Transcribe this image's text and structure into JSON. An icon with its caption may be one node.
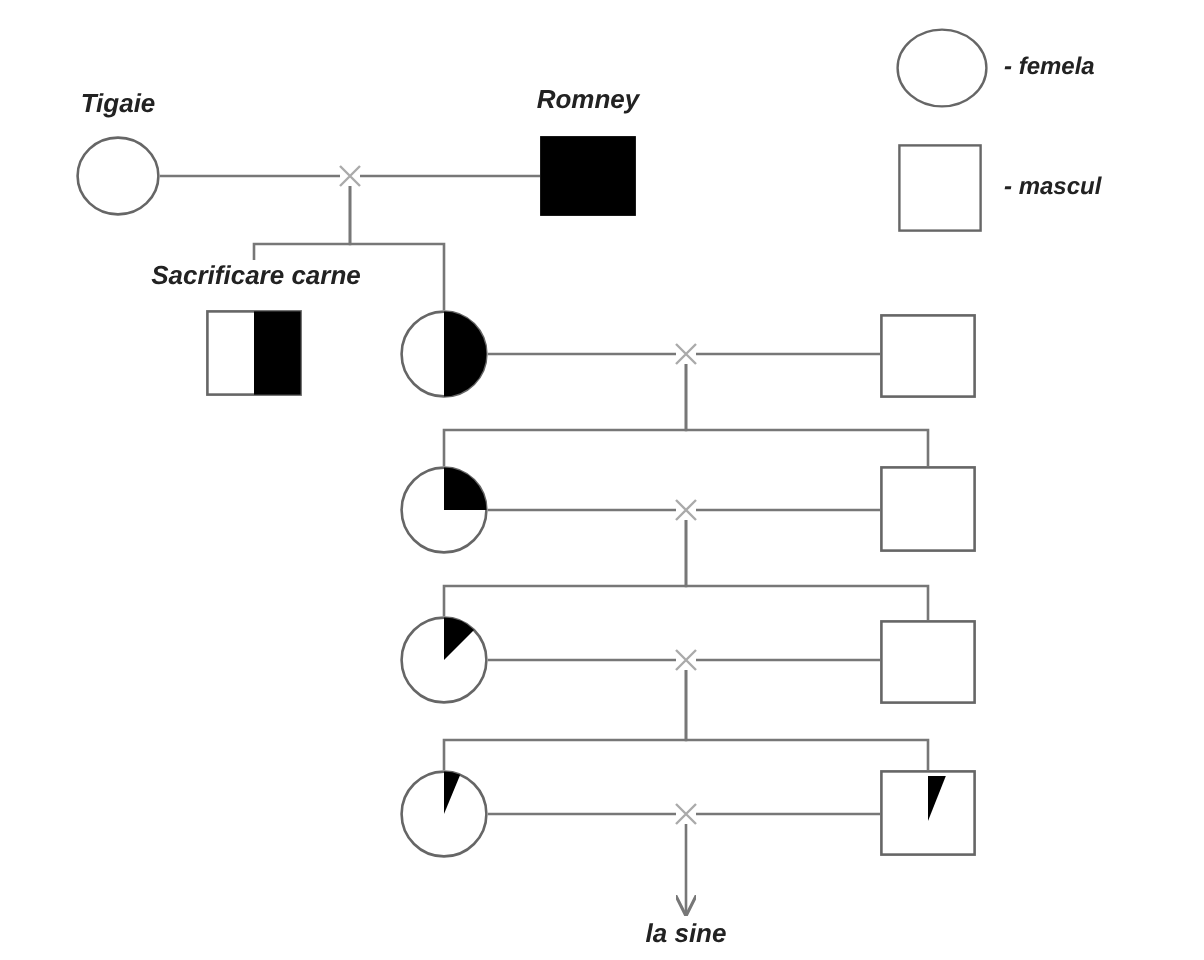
{
  "diagram": {
    "nodes": [
      {
        "text": [
          "Tigaie"
        ]
      },
      {
        "text": [
          "Romney"
        ]
      },
      {
        "text": [],
        "shape": "cross"
      },
      {
        "text": [],
        "shape": "box",
        "beside": [
          "Sacrificare carne"
        ]
      },
      {
        "text": [],
        "shape": "circle"
      },
      {
        "text": [],
        "shape": "cross"
      },
      {
        "text": [],
        "shape": "box"
      },
      {
        "text": [],
        "shape": "circle"
      },
      {
        "text": [],
        "shape": "cross"
      },
      {
        "text": [],
        "shape": "box"
      },
      {
        "text": [],
        "shape": "circle"
      },
      {
        "text": [],
        "shape": "cross"
      },
      {
        "text": [],
        "shape": "box"
      },
      {
        "text": [],
        "shape": "circle"
      },
      {
        "text": [],
        "shape": "cross"
      },
      {
        "text": [],
        "shape": "box"
      },
      {
        "text": [
          "la sine"
        ]
      }
    ],
    "edges": [
      {
        "from": 0,
        "to": 2,
        "arrow": "none"
      },
      {
        "from": 2,
        "to": 1,
        "arrow": "none"
      },
      {
        "from": 2,
        "to": 3,
        "arrow": "none"
      },
      {
        "from": 2,
        "to": 4,
        "arrow": "none"
      },
      {
        "from": 4,
        "to": 5,
        "arrow": "none"
      },
      {
        "from": 5,
        "to": 6,
        "arrow": "none"
      },
      {
        "from": 5,
        "to": 7,
        "arrow": "none"
      },
      {
        "from": 5,
        "to": 9,
        "arrow": "none"
      },
      {
        "from": 7,
        "to": 8,
        "arrow": "none"
      },
      {
        "from": 8,
        "to": 9,
        "arrow": "none"
      },
      {
        "from": 8,
        "to": 10,
        "arrow": "none"
      },
      {
        "from": 8,
        "to": 12,
        "arrow": "none"
      },
      {
        "from": 10,
        "to": 11,
        "arrow": "none"
      },
      {
        "from": 11,
        "to": 12,
        "arrow": "none"
      },
      {
        "from": 11,
        "to": 13,
        "arrow": "none"
      },
      {
        "from": 11,
        "to": 15,
        "arrow": "none"
      },
      {
        "from": 13,
        "to": 14,
        "arrow": "none"
      },
      {
        "from": 14,
        "to": 15,
        "arrow": "none"
      },
      {
        "from": 14,
        "to": 16,
        "arrow": "to"
      }
    ],
    "legend": [
      {
        "text": "- femela"
      },
      {
        "text": "- mascul"
      }
    ]
  }
}
